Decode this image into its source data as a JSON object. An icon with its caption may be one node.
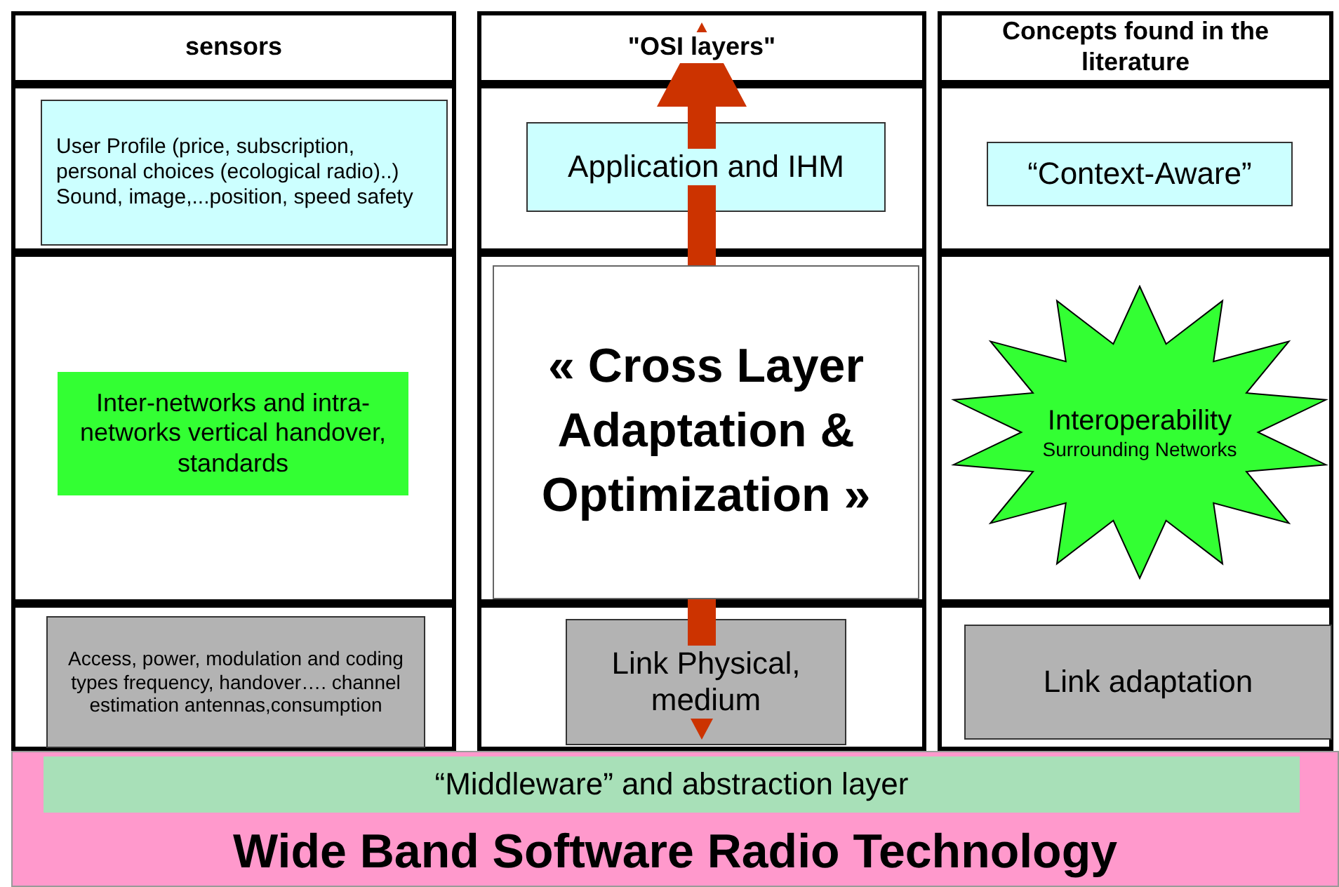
{
  "diagram": {
    "nodes": [
      {
        "text": [
          "sensors"
        ]
      },
      {
        "text": [
          "\"OSI layers\""
        ]
      },
      {
        "text": [
          "Concepts found in the literature"
        ]
      },
      {
        "text": [],
        "shape": "box"
      },
      {
        "text": [
          "User Profile (price, subscription, personal choices (ecological radio)..) Sound, image,...position, speed safety"
        ],
        "in": 3
      },
      {
        "text": [],
        "shape": "box"
      },
      {
        "text": [
          "Application and IHM"
        ],
        "in": 5
      },
      {
        "text": [],
        "shape": "box"
      },
      {
        "text": [
          "“Context-Aware”"
        ],
        "in": 7
      },
      {
        "text": [],
        "shape": "box"
      },
      {
        "text": [
          "Inter-networks and intra-networks vertical handover, standards"
        ],
        "in": 9
      },
      {
        "text": [],
        "shape": "box"
      },
      {
        "text": [],
        "shape": "box"
      },
      {
        "text": [
          "Interoperability",
          "Surrounding Networks"
        ],
        "in": 12
      },
      {
        "text": [],
        "shape": "box"
      },
      {
        "text": [
          "Access, power, modulation and coding types frequency, handover…. channel estimation antennas,consumption"
        ],
        "in": 14
      },
      {
        "text": [],
        "shape": "box"
      },
      {
        "text": [
          "Link Physical, medium"
        ],
        "in": 16
      },
      {
        "text": [],
        "shape": "box"
      },
      {
        "text": [
          "Link adaptation"
        ],
        "in": 18
      },
      {
        "text": [
          "Wide Band Software Radio Technology"
        ]
      },
      {
        "text": [
          "“Middleware” and abstraction layer"
        ],
        "in": 20
      },
      {
        "text": [
          "« Cross Layer Adaptation & Optimization »"
        ],
        "in": 11
      }
    ],
    "edges": [
      {
        "from": 1,
        "to": 17,
        "arrow": "both",
        "style": "thick",
        "color": "#cc3300"
      }
    ]
  }
}
